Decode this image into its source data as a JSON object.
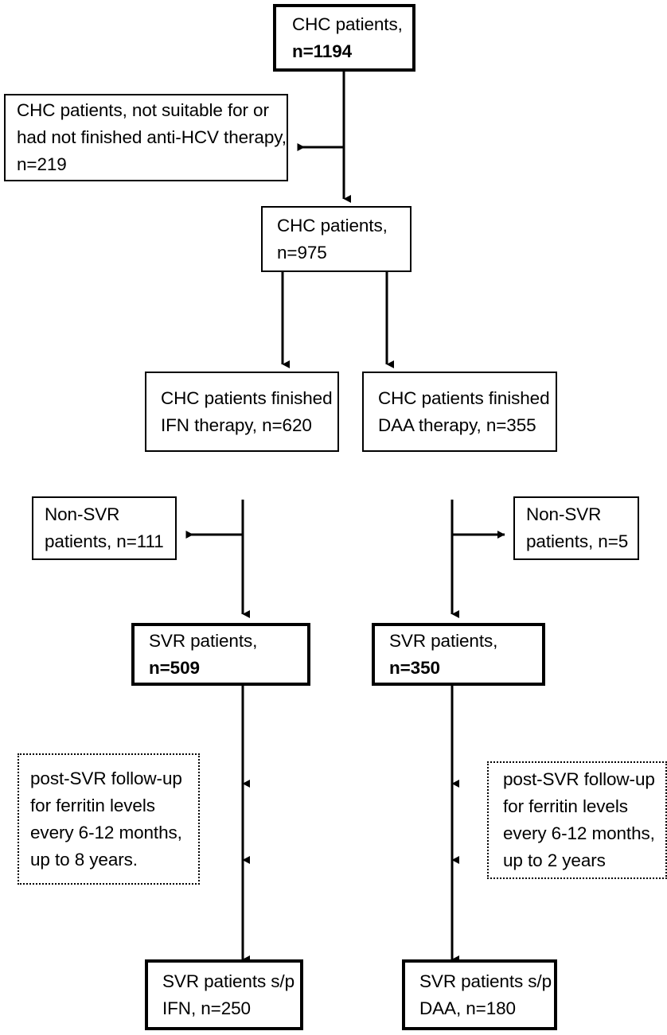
{
  "diagram": {
    "type": "flowchart",
    "title": "CHC patient study flow diagram",
    "nodes": {
      "chc_total": {
        "lines": [
          "CHC patients,",
          "n=1194"
        ],
        "bold_lines": [
          false,
          true
        ],
        "border": "thick"
      },
      "excluded": {
        "lines": [
          "CHC patients, not suitable for or",
          "had not finished anti-HCV therapy,",
          "n=219"
        ],
        "bold_lines": [
          false,
          false,
          false
        ],
        "border": "thin"
      },
      "chc_eligible": {
        "lines": [
          "CHC patients,",
          "n=975"
        ],
        "bold_lines": [
          false,
          false
        ],
        "border": "thin"
      },
      "ifn_finished": {
        "lines": [
          "CHC patients finished",
          "IFN therapy, n=620"
        ],
        "bold_lines": [
          false,
          false
        ],
        "border": "thin"
      },
      "daa_finished": {
        "lines": [
          "CHC patients finished",
          "DAA therapy, n=355"
        ],
        "bold_lines": [
          false,
          false
        ],
        "border": "thin"
      },
      "non_svr_ifn": {
        "lines": [
          "Non-SVR",
          "patients, n=111"
        ],
        "bold_lines": [
          false,
          false
        ],
        "border": "thin"
      },
      "non_svr_daa": {
        "lines": [
          "Non-SVR",
          "patients, n=5"
        ],
        "bold_lines": [
          false,
          false
        ],
        "border": "thin"
      },
      "svr_ifn": {
        "lines": [
          "SVR patients,",
          "n=509"
        ],
        "bold_lines": [
          false,
          true
        ],
        "border": "thick"
      },
      "svr_daa": {
        "lines": [
          "SVR patients,",
          "n=350"
        ],
        "bold_lines": [
          false,
          true
        ],
        "border": "thick"
      },
      "followup_ifn": {
        "lines": [
          "post-SVR follow-up",
          "for ferritin levels",
          "every 6-12 months,",
          "up to 8 years."
        ],
        "bold_lines": [
          false,
          false,
          false,
          false
        ],
        "border": "dotted"
      },
      "followup_daa": {
        "lines": [
          "post-SVR follow-up",
          "for ferritin levels",
          "every 6-12 months,",
          "up to 2 years"
        ],
        "bold_lines": [
          false,
          false,
          false,
          false
        ],
        "border": "dotted"
      },
      "final_ifn": {
        "lines": [
          "SVR patients s/p",
          "IFN, n=250"
        ],
        "bold_lines": [
          false,
          false
        ],
        "border": "thick"
      },
      "final_daa": {
        "lines": [
          "SVR patients s/p",
          "DAA, n=180"
        ],
        "bold_lines": [
          false,
          false
        ],
        "border": "thick"
      }
    },
    "counts": {
      "chc_total": 1194,
      "excluded": 219,
      "chc_eligible": 975,
      "ifn_finished": 620,
      "daa_finished": 355,
      "non_svr_ifn": 111,
      "non_svr_daa": 5,
      "svr_ifn": 509,
      "svr_daa": 350,
      "final_ifn": 250,
      "final_daa": 180
    },
    "colors": {
      "stroke": "#000000",
      "background": "#ffffff",
      "text": "#000000"
    }
  }
}
